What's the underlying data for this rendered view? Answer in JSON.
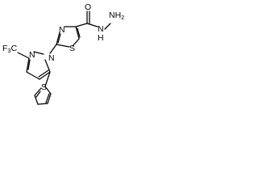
{
  "molecule": {
    "atoms": {
      "n_pyrazole_1": "N",
      "n_pyrazole_2": "N",
      "n_thiazole": "N",
      "s_thiazole": "S",
      "s_thiophene": "S",
      "carbonyl_o": "O",
      "amide_nh": "N",
      "amide_h": "H",
      "terminal_nh2": "NH",
      "terminal_nh2_sub": "2",
      "cf3": "F",
      "cf3_sub": "3",
      "cf3_c": "C",
      "cf3_f": "F"
    }
  },
  "colors": {
    "bond": "#000000",
    "text": "#000000",
    "background": "#ffffff"
  }
}
